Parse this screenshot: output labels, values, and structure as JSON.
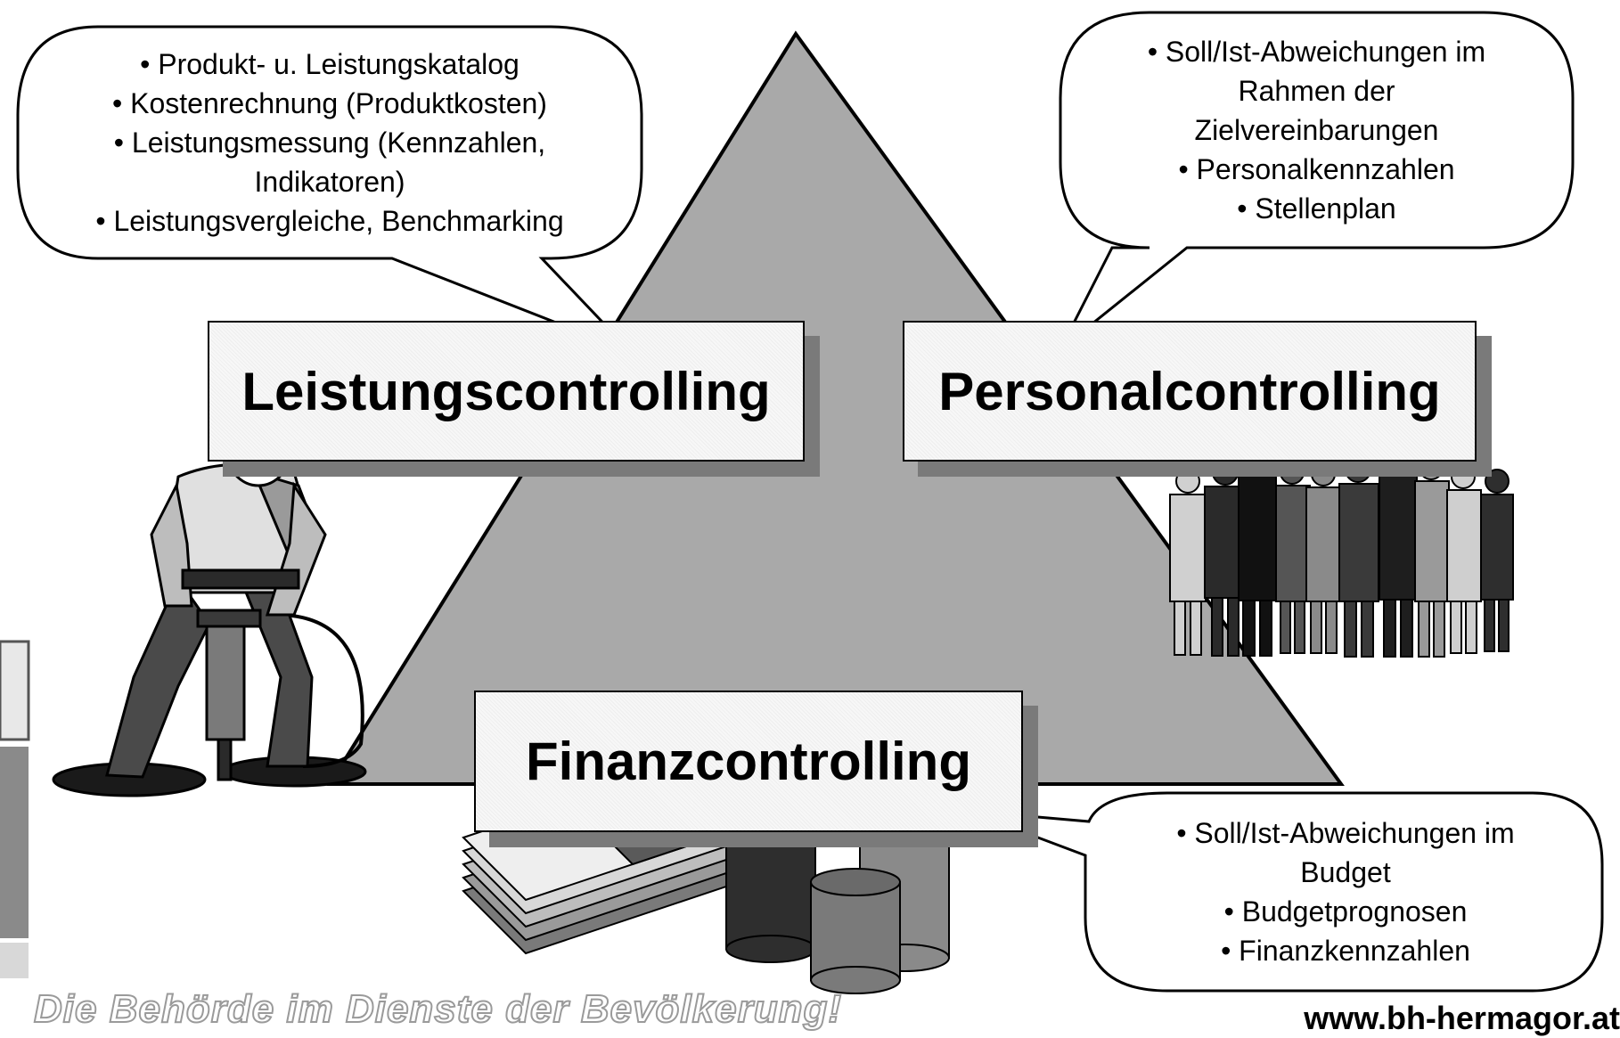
{
  "leistung": {
    "title": "Leistungscontrolling",
    "bullets": [
      "• Produkt- u. Leistungskatalog",
      "• Kostenrechnung (Produktkosten)",
      "• Leistungsmessung (Kennzahlen,",
      "Indikatoren)",
      "• Leistungsvergleiche, Benchmarking"
    ]
  },
  "personal": {
    "title": "Personalcontrolling",
    "bullets": [
      "• Soll/Ist-Abweichungen im",
      "Rahmen der",
      "Zielvereinbarungen",
      "• Personalkennzahlen",
      "• Stellenplan"
    ]
  },
  "finanz": {
    "title": "Finanzcontrolling",
    "bullets": [
      "• Soll/Ist-Abweichungen im",
      "Budget",
      "• Budgetprognosen",
      "• Finanzkennzahlen"
    ]
  },
  "footer": {
    "slogan": "Die Behörde im Dienste der Bevölkerung!",
    "url": "www.bh-hermagor.at"
  },
  "colors": {
    "triangle": "#a9a9a9",
    "label_shadow": "#7a7a7a",
    "bubble_fill": "#ffffff"
  },
  "icons": [
    "construction-worker-icon",
    "people-group-icon",
    "money-stack-icon",
    "coin-stacks-icon"
  ]
}
